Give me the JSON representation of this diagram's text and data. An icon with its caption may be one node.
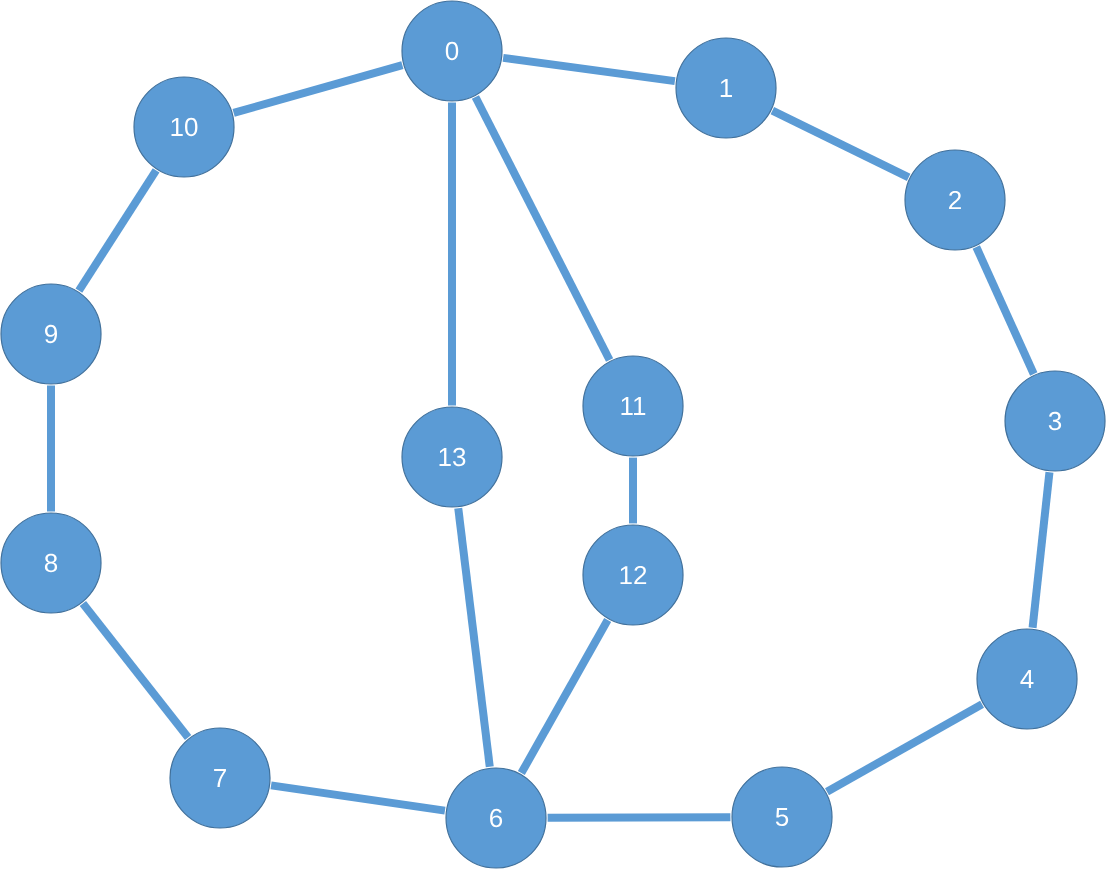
{
  "diagram": {
    "nodes": [
      {
        "text": [
          "0"
        ]
      },
      {
        "text": [
          "1"
        ]
      },
      {
        "text": [
          "2"
        ]
      },
      {
        "text": [
          "3"
        ]
      },
      {
        "text": [
          "4"
        ]
      },
      {
        "text": [
          "5"
        ]
      },
      {
        "text": [
          "6"
        ]
      },
      {
        "text": [
          "7"
        ]
      },
      {
        "text": [
          "8"
        ]
      },
      {
        "text": [
          "9"
        ]
      },
      {
        "text": [
          "10"
        ]
      },
      {
        "text": [
          "11"
        ]
      },
      {
        "text": [
          "12"
        ]
      },
      {
        "text": [
          "13"
        ]
      }
    ],
    "edges": [
      {
        "from": 0,
        "to": 1,
        "arrow": "none"
      },
      {
        "from": 1,
        "to": 2,
        "arrow": "none"
      },
      {
        "from": 2,
        "to": 3,
        "arrow": "none"
      },
      {
        "from": 3,
        "to": 4,
        "arrow": "none"
      },
      {
        "from": 4,
        "to": 5,
        "arrow": "none"
      },
      {
        "from": 5,
        "to": 6,
        "arrow": "none"
      },
      {
        "from": 6,
        "to": 7,
        "arrow": "none"
      },
      {
        "from": 7,
        "to": 8,
        "arrow": "none"
      },
      {
        "from": 8,
        "to": 9,
        "arrow": "none"
      },
      {
        "from": 9,
        "to": 10,
        "arrow": "none"
      },
      {
        "from": 10,
        "to": 0,
        "arrow": "none"
      },
      {
        "from": 0,
        "to": 13,
        "arrow": "none"
      },
      {
        "from": 0,
        "to": 11,
        "arrow": "none"
      },
      {
        "from": 11,
        "to": 12,
        "arrow": "none"
      },
      {
        "from": 12,
        "to": 6,
        "arrow": "none"
      },
      {
        "from": 13,
        "to": 6,
        "arrow": "none"
      }
    ]
  }
}
